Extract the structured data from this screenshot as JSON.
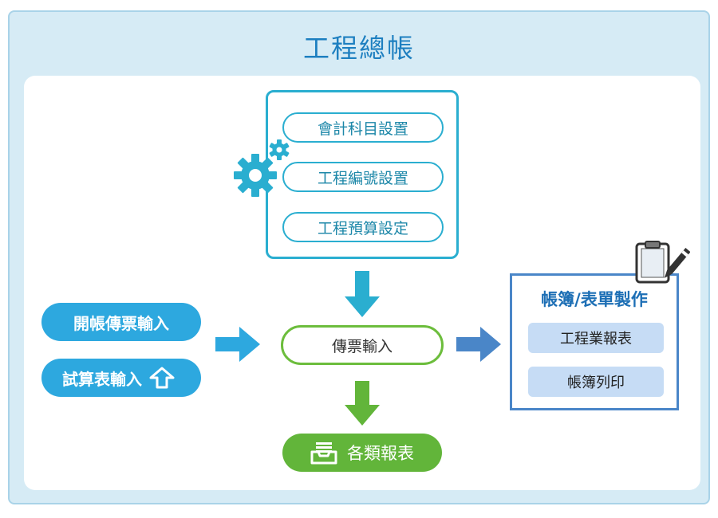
{
  "title": "工程總帳",
  "setup": {
    "items": [
      "會計科目設置",
      "工程編號設置",
      "工程預算設定"
    ]
  },
  "inputs": {
    "opening": "開帳傳票輸入",
    "trial": "試算表輸入"
  },
  "center": {
    "voucher": "傳票輸入",
    "reports": "各類報表"
  },
  "report_panel": {
    "title": "帳簿/表單製作",
    "items": [
      "工程業報表",
      "帳簿列印"
    ]
  },
  "colors": {
    "teal": "#2aaed0",
    "blue": "#2da8df",
    "green": "#62b53a",
    "navy": "#4a86c8"
  }
}
